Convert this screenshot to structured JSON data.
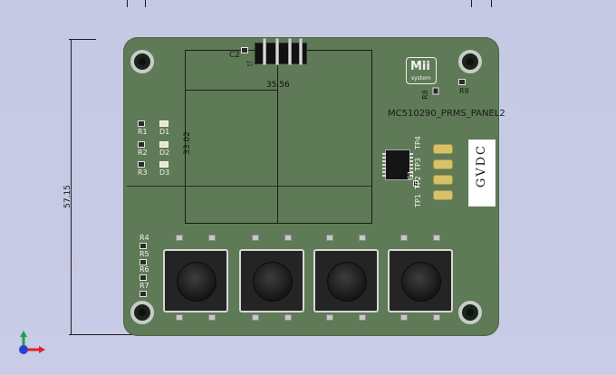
{
  "dimensions": {
    "horizontal_label": "35.56",
    "vertical_inner_label": "33.02",
    "vertical_outer_label": "57.15"
  },
  "board": {
    "title": "MC510290_PRMS_PANEL2",
    "logo_text": "Mii",
    "logo_subtext": "system",
    "vdc_label": "GVDC",
    "components": {
      "c2": "C2",
      "j1": "J1",
      "r1": "R1",
      "r2": "R2",
      "r3": "R3",
      "d1": "D1",
      "d2": "D2",
      "d3": "D3",
      "r4": "R4",
      "r5": "R5",
      "r6": "R6",
      "r7": "R7",
      "r8": "R8",
      "r9": "R9",
      "c1": "C1",
      "tp1": "TP1",
      "tp2": "TP2",
      "tp3": "TP3",
      "tp4": "TP4"
    }
  },
  "colors": {
    "board": "#5f7a56",
    "background": "#c9cce6",
    "axis_x": "#e0202a",
    "axis_y": "#1aa34a",
    "axis_z": "#2a3fd0"
  },
  "icons": {
    "axis_gizmo": "axis-triad-icon"
  }
}
